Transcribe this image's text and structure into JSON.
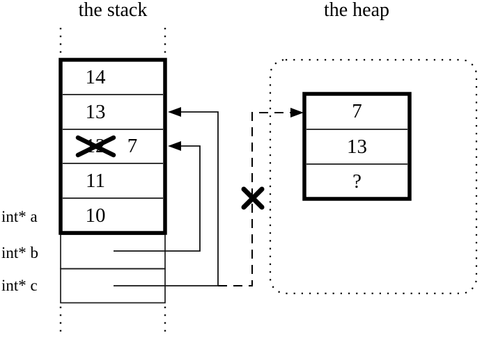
{
  "titles": {
    "stack": "the stack",
    "heap": "the heap"
  },
  "stack": {
    "cells": [
      {
        "value": "14",
        "crossed_out": false
      },
      {
        "value": "13",
        "crossed_out": false
      },
      {
        "value": "12",
        "crossed_out": true,
        "new_value": "7"
      },
      {
        "value": "11",
        "crossed_out": false
      },
      {
        "value": "10",
        "crossed_out": false
      }
    ],
    "frame_labels": [
      {
        "label": "int* a"
      },
      {
        "label": "int* b"
      },
      {
        "label": "int* c"
      }
    ]
  },
  "heap": {
    "block_cells": [
      {
        "value": "7"
      },
      {
        "value": "13"
      },
      {
        "value": "?"
      }
    ]
  },
  "pointers": {
    "b_target": "stack cell 12/7",
    "c_target": "stack cell 13",
    "dangling_target": "heap block cell 7"
  },
  "colors": {
    "ink": "#000000",
    "background": "#ffffff"
  }
}
